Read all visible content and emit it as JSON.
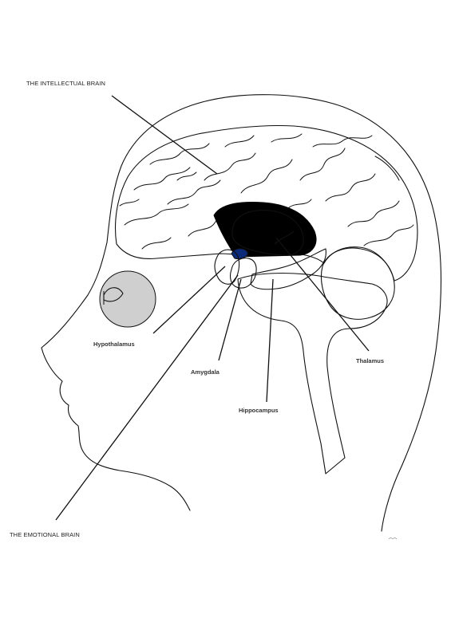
{
  "labels": {
    "intellectual_brain": "THE INTELLECTUAL BRAIN",
    "emotional_brain": "THE EMOTIONAL BRAIN",
    "hypothalamus": "Hypothalamus",
    "amygdala": "Amygdala",
    "hippocampus": "Hippocampus",
    "thalamus": "Thalamus"
  },
  "colors": {
    "cortex": "#9c9a1e",
    "thalamus": "#00f0f5",
    "hippocampus": "#27ee24",
    "amygdala": "#f08a28",
    "hypothalamus": "#fcf53a",
    "ventricle": "#000000",
    "brainstem": "#cfcfcf",
    "cerebellum": "#7d7d7d",
    "eye": "#cfcfcf",
    "small_structure": "#0c2a7a"
  }
}
